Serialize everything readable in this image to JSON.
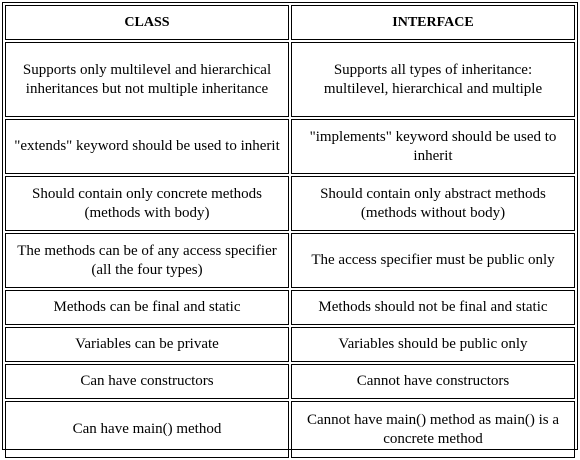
{
  "table": {
    "headers": [
      "CLASS",
      "INTERFACE"
    ],
    "rows": [
      {
        "class": "Supports only multilevel and hierarchical inheritances but not multiple inheritance",
        "interface": "Supports all types of inheritance: multilevel, hierarchical and multiple"
      },
      {
        "class": "\"extends\" keyword should be used to inherit",
        "interface": "\"implements\" keyword should be used to inherit"
      },
      {
        "class": "Should contain only concrete methods (methods with body)",
        "interface": "Should contain only abstract methods (methods without body)"
      },
      {
        "class": "The methods can be of any access specifier (all the four types)",
        "interface": "The access specifier must be public only"
      },
      {
        "class": "Methods can be final and static",
        "interface": "Methods should not be final and static"
      },
      {
        "class": "Variables can be private",
        "interface": "Variables should be public only"
      },
      {
        "class": "Can have constructors",
        "interface": "Cannot have constructors"
      },
      {
        "class": "Can have main() method",
        "interface": "Cannot have main() method as main() is a concrete method"
      }
    ]
  }
}
